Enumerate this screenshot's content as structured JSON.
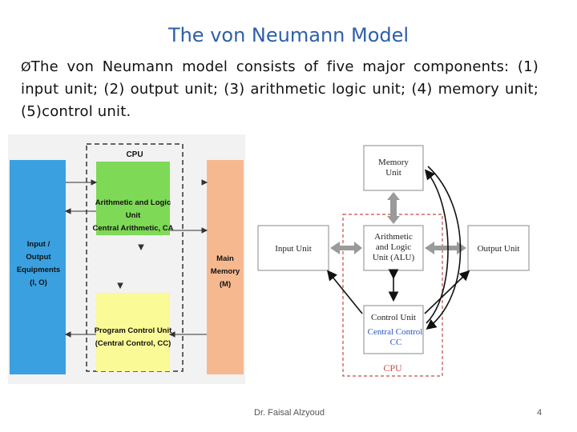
{
  "slide": {
    "title": "The von Neumann Model",
    "bullet_mark": "Ø",
    "bullet_text": "The von Neumann model consists of five major components: (1) input unit; (2) output unit; (3) arithmetic logic unit; (4) memory unit; (5)control unit.",
    "footer": "Dr. Faisal Alzyoud",
    "page_number": "4"
  },
  "left_diagram": {
    "cpu_label": "CPU",
    "io_label": [
      "Input /",
      "Output",
      "Equipments",
      "(I, O)"
    ],
    "alu_label": [
      "Arithmetic and Logic",
      "Unit",
      "Central Arithmetic, CA"
    ],
    "memory_label": [
      "Main",
      "Memory",
      "(M)"
    ],
    "control_label": [
      "Program Control Unit",
      "(Central Control, CC)"
    ],
    "colors": {
      "io": "#3aa0e0",
      "alu": "#7ed957",
      "memory": "#f6b98f",
      "control": "#fafa96",
      "bg": "#f2f2f2"
    }
  },
  "right_diagram": {
    "memory_unit": [
      "Memory",
      "Unit"
    ],
    "input_unit": "Input Unit",
    "alu": [
      "Arithmetic",
      "and Logic",
      "Unit (ALU)"
    ],
    "output_unit": "Output Unit",
    "control_unit": "Control Unit",
    "central_control": [
      "Central Control",
      "CC"
    ],
    "cpu_label": "CPU",
    "colors": {
      "cpu_border": "#c84a4a",
      "blue_text": "#2a55c0",
      "arrow": "#888888"
    }
  }
}
